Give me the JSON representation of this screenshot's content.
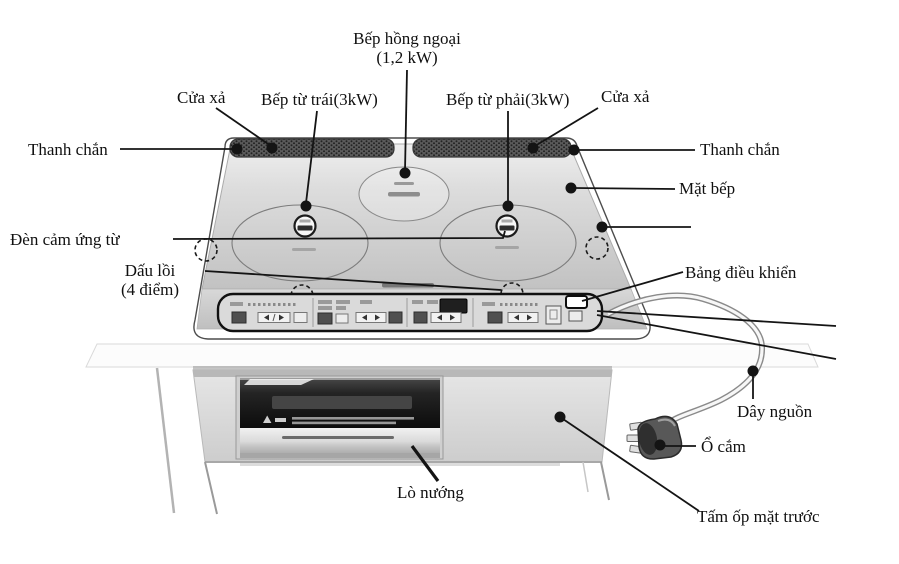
{
  "figure": {
    "type": "appliance-parts-diagram",
    "subject": "induction-cooktop-with-oven",
    "colors": {
      "callout_line": "#141414",
      "surface_gray": "#d2d2d2",
      "grille_dark": "#4a4a4a",
      "oven_window": "#141414",
      "background": "#ffffff"
    },
    "labels": {
      "infrared_burner": {
        "line1": "Bếp hồng ngoại",
        "line2": "(1,2 kW)"
      },
      "exhaust_vent_left": "Cửa xả",
      "exhaust_vent_right": "Cửa xả",
      "induction_burner_left": "Bếp từ trái(3kW)",
      "induction_burner_right": "Bếp từ phải(3kW)",
      "guard_bar_left": "Thanh chắn",
      "guard_bar_right": "Thanh chắn",
      "cooktop_surface": "Mặt bếp",
      "induction_sensor_light": "Đèn cảm ứng từ",
      "raised_marks": {
        "line1": "Dấu lồi",
        "line2": "(4 điểm)"
      },
      "control_panel": "Bảng điều khiển",
      "power_cord": "Dây nguồn",
      "power_plug": "Ổ cắm",
      "oven": "Lò nướng",
      "front_panel": "Tấm ốp mặt trước"
    }
  }
}
